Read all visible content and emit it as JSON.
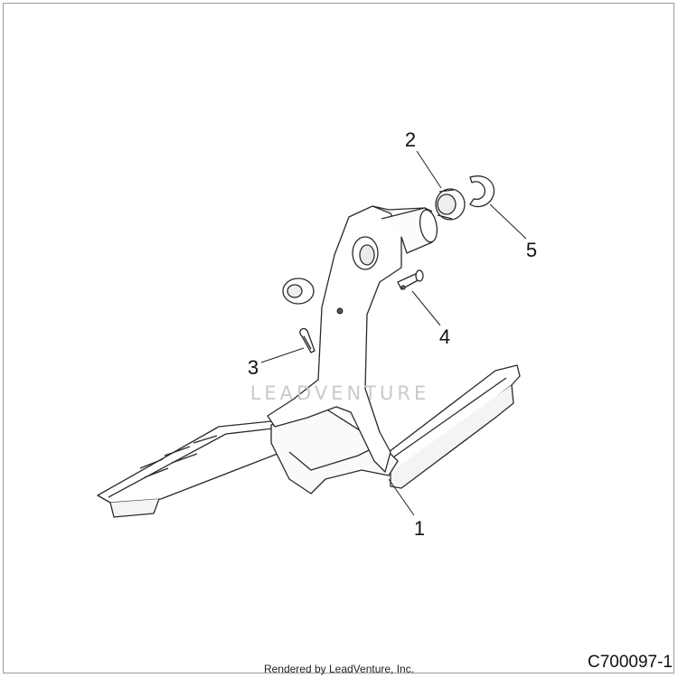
{
  "watermark": "LEADVENTURE",
  "footer": {
    "render_credit": "Rendered by LeadVenture, Inc.",
    "diagram_code": "C700097-1"
  },
  "callouts": [
    {
      "id": "1",
      "label": "1"
    },
    {
      "id": "2",
      "label": "2"
    },
    {
      "id": "3",
      "label": "3"
    },
    {
      "id": "4",
      "label": "4"
    },
    {
      "id": "5",
      "label": "5"
    }
  ]
}
